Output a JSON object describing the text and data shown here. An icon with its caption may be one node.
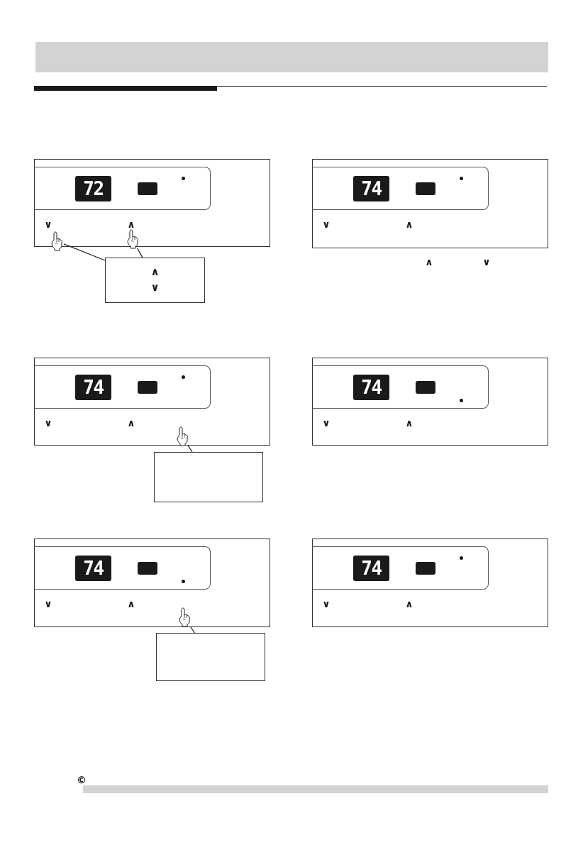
{
  "diagram": {
    "nodes": [
      {
        "text": [],
        "shape": "box"
      },
      {
        "text": [
          "72"
        ],
        "in": 0
      },
      {
        "text": [],
        "shape": "hand"
      },
      {
        "text": [],
        "shape": "hand",
        "in": 0
      },
      {
        "text": [],
        "shape": "box"
      },
      {
        "text": [
          "74"
        ],
        "in": 4
      },
      {
        "text": [
          "∧",
          "∨"
        ]
      },
      {
        "text": [],
        "shape": "box"
      },
      {
        "text": [
          "74"
        ],
        "in": 7
      },
      {
        "text": [],
        "shape": "hand",
        "in": 7
      },
      {
        "text": [],
        "shape": "box"
      },
      {
        "text": [
          "74"
        ],
        "in": 10
      },
      {
        "text": [],
        "shape": "box"
      },
      {
        "text": [],
        "shape": "box"
      },
      {
        "text": [
          "74"
        ],
        "in": 13
      },
      {
        "text": [],
        "shape": "hand",
        "in": 13
      },
      {
        "text": [],
        "shape": "box"
      },
      {
        "text": [
          "74"
        ],
        "in": 16
      },
      {
        "text": [],
        "shape": "box"
      }
    ],
    "edges": [
      {
        "from": 6,
        "to": 2,
        "arrow": "none"
      },
      {
        "from": 6,
        "to": 3,
        "arrow": "none"
      },
      {
        "from": 12,
        "to": 9,
        "arrow": "none"
      },
      {
        "from": 18,
        "to": 15,
        "arrow": "none"
      }
    ],
    "labels": [
      "∨",
      "∧",
      "∨",
      "∧",
      "∧",
      "∨",
      "∨",
      "∧",
      "∨",
      "∧",
      "∨",
      "∧",
      "∨",
      "∧",
      "©"
    ]
  }
}
